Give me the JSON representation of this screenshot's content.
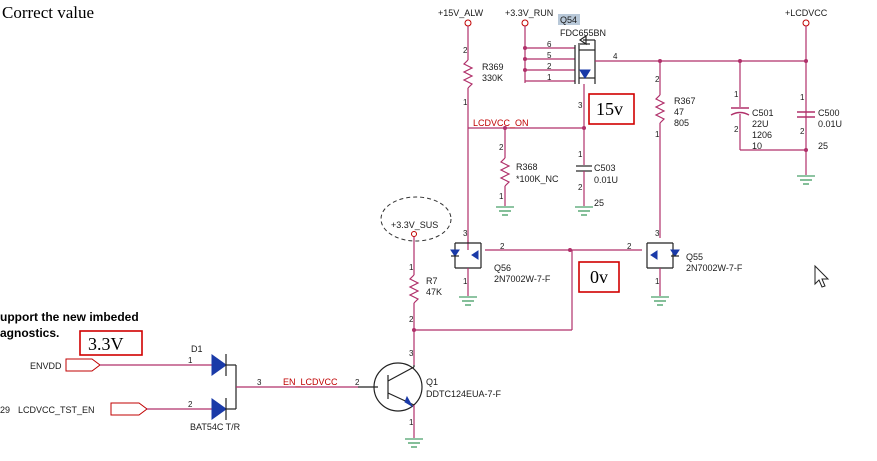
{
  "header": {
    "title": "Correct value"
  },
  "note": {
    "line1": "upport the new imbeded",
    "line2": "agnostics."
  },
  "rails": {
    "v15_alw": "+15V_ALW",
    "v33_run": "+3.3V_RUN",
    "lcdvcc": "+LCDVCC",
    "v33_sus": "+3.3V_SUS"
  },
  "nets": {
    "lcdvcc_on": "LCDVCC_ON",
    "en_lcdvcc": "EN_LCDVCC",
    "envdd": "ENVDD",
    "lcdvcc_tst_en": "LCDVCC_TST_EN",
    "tst_prefix": "29"
  },
  "annotations": {
    "v15": "15v",
    "v0": "0v",
    "v33": "3.3V"
  },
  "parts": {
    "q54": {
      "ref": "Q54",
      "part": "FDC655BN",
      "pins": [
        "6",
        "5",
        "2",
        "1",
        "4",
        "3"
      ]
    },
    "r369": {
      "ref": "R369",
      "val": "330K"
    },
    "r367": {
      "ref": "R367",
      "val": "47",
      "pkg": "805"
    },
    "c501": {
      "ref": "C501",
      "val": "22U",
      "pkg": "1206",
      "volt": "10"
    },
    "c500": {
      "ref": "C500",
      "val": "0.01U",
      "volt": "25"
    },
    "r368": {
      "ref": "R368",
      "val": "*100K_NC"
    },
    "c503": {
      "ref": "C503",
      "val": "0.01U",
      "volt": "25"
    },
    "q56": {
      "ref": "Q56",
      "part": "2N7002W-7-F"
    },
    "q55": {
      "ref": "Q55",
      "part": "2N7002W-7-F"
    },
    "r7": {
      "ref": "R7",
      "val": "47K"
    },
    "d1": {
      "ref": "D1",
      "part": "BAT54C T/R"
    },
    "q1": {
      "ref": "Q1",
      "part": "DDTC124EUA-7-F"
    }
  },
  "pin_numbers": {
    "p1": "1",
    "p2": "2",
    "p3": "3"
  }
}
